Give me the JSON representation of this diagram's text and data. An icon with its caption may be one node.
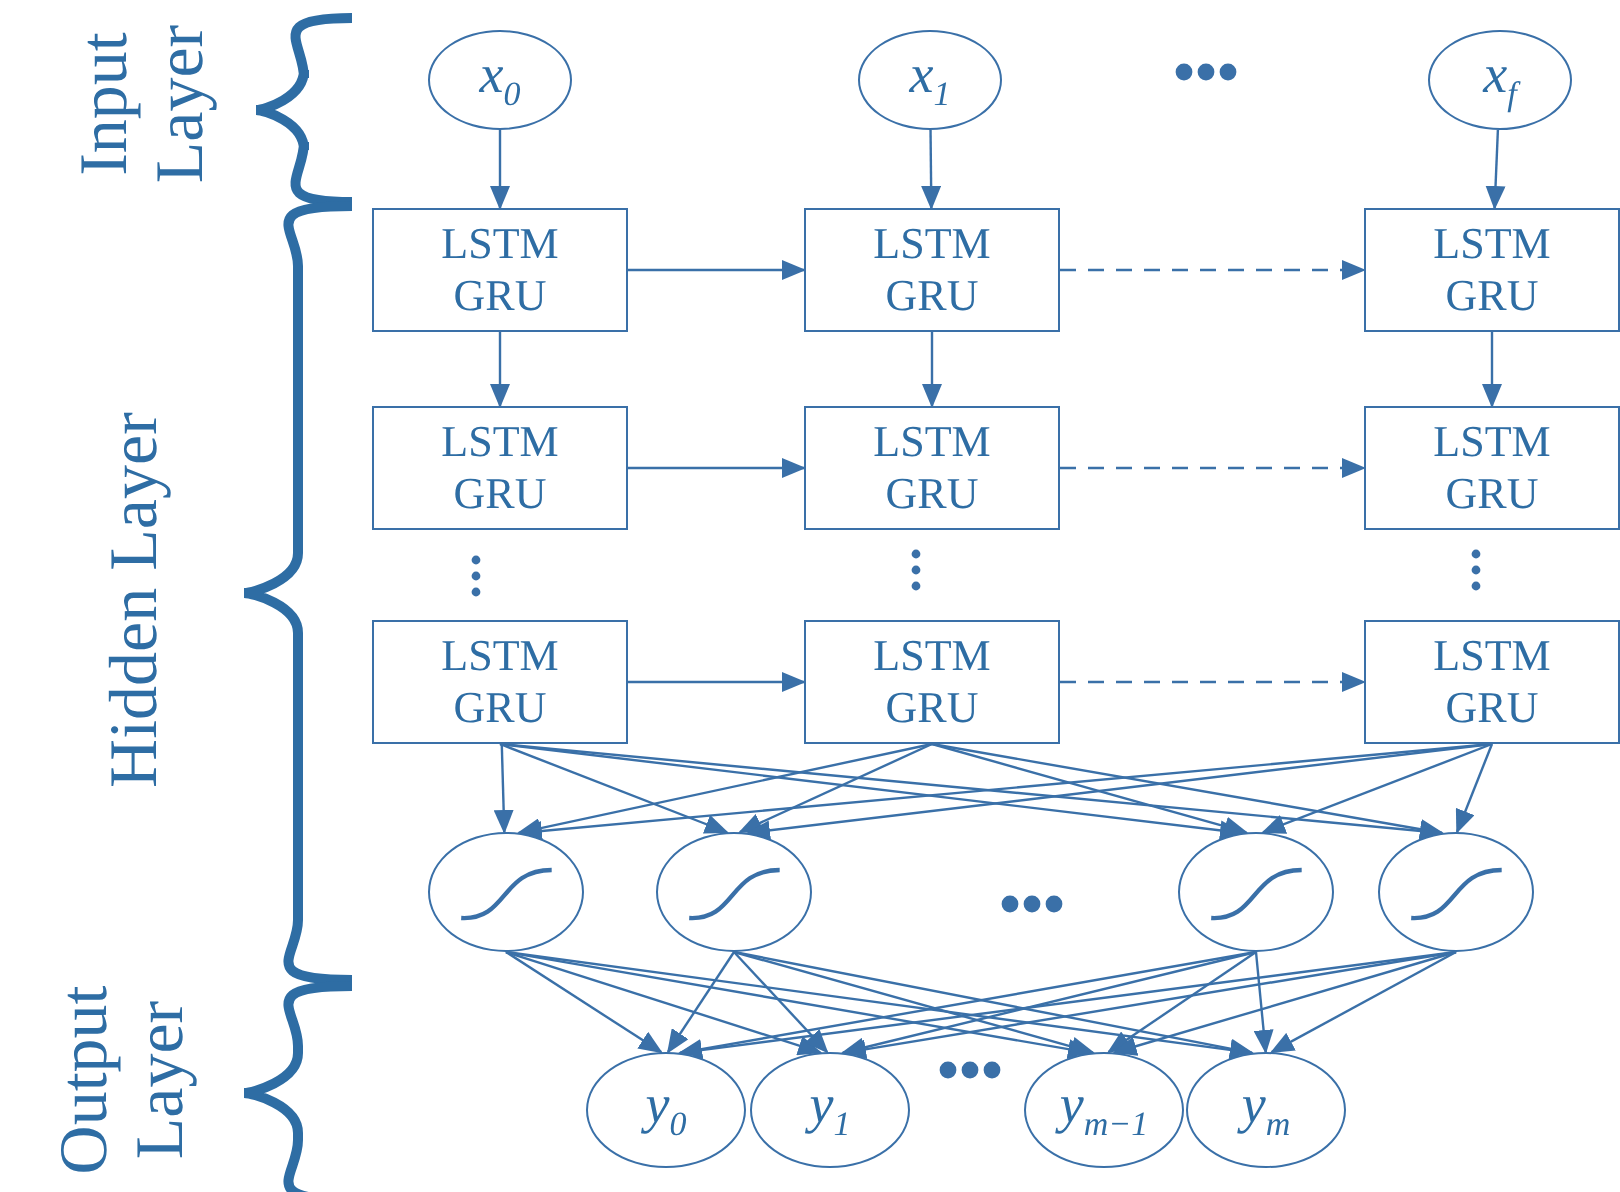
{
  "diagram": {
    "nodes": [
      {
        "text": [
          "x$_{0}$"
        ]
      },
      {
        "text": [
          "x$_{1}$"
        ]
      },
      {
        "text": [
          "x$_{f}$"
        ]
      },
      {
        "text": [
          "LSTM GRU"
        ]
      },
      {
        "text": [
          "LSTM GRU"
        ]
      },
      {
        "text": [
          "LSTM GRU"
        ]
      },
      {
        "text": [
          "LSTM GRU"
        ]
      },
      {
        "text": [
          "LSTM GRU"
        ]
      },
      {
        "text": [
          "LSTM GRU"
        ]
      },
      {
        "text": [
          "LSTM GRU"
        ]
      },
      {
        "text": [
          "LSTM GRU"
        ]
      },
      {
        "text": [
          "LSTM GRU"
        ]
      },
      {
        "text": [],
        "shape": "circle"
      },
      {
        "text": [],
        "shape": "circle"
      },
      {
        "text": [],
        "shape": "circle"
      },
      {
        "text": [],
        "shape": "circle"
      },
      {
        "text": [
          "y$_{0}$"
        ]
      },
      {
        "text": [
          "y$_{1}$"
        ]
      },
      {
        "text": [
          "y$_{m−1}$"
        ]
      },
      {
        "text": [
          "y$_{m}$"
        ]
      }
    ],
    "edges": [
      {
        "from": 0,
        "to": 3,
        "arrow": "to"
      },
      {
        "from": 1,
        "to": 4,
        "arrow": "to"
      },
      {
        "from": 2,
        "to": 5,
        "arrow": "to"
      },
      {
        "from": 3,
        "to": 4,
        "arrow": "to"
      },
      {
        "from": 4,
        "to": 5,
        "arrow": "to",
        "style": "dashed"
      },
      {
        "from": 3,
        "to": 6,
        "arrow": "to"
      },
      {
        "from": 4,
        "to": 7,
        "arrow": "to"
      },
      {
        "from": 5,
        "to": 8,
        "arrow": "to"
      },
      {
        "from": 6,
        "to": 7,
        "arrow": "to"
      },
      {
        "from": 7,
        "to": 8,
        "arrow": "to",
        "style": "dashed"
      },
      {
        "from": 9,
        "to": 10,
        "arrow": "to"
      },
      {
        "from": 10,
        "to": 11,
        "arrow": "to",
        "style": "dashed"
      },
      {
        "from": 9,
        "to": 12,
        "arrow": "to"
      },
      {
        "from": 9,
        "to": 13,
        "arrow": "to"
      },
      {
        "from": 9,
        "to": 14,
        "arrow": "to"
      },
      {
        "from": 9,
        "to": 15,
        "arrow": "to"
      },
      {
        "from": 10,
        "to": 12,
        "arrow": "to"
      },
      {
        "from": 10,
        "to": 13,
        "arrow": "to"
      },
      {
        "from": 10,
        "to": 14,
        "arrow": "to"
      },
      {
        "from": 10,
        "to": 15,
        "arrow": "to"
      },
      {
        "from": 11,
        "to": 12,
        "arrow": "to"
      },
      {
        "from": 11,
        "to": 13,
        "arrow": "to"
      },
      {
        "from": 11,
        "to": 14,
        "arrow": "to"
      },
      {
        "from": 11,
        "to": 15,
        "arrow": "to"
      },
      {
        "from": 12,
        "to": 16,
        "arrow": "to"
      },
      {
        "from": 12,
        "to": 17,
        "arrow": "to"
      },
      {
        "from": 12,
        "to": 18,
        "arrow": "to"
      },
      {
        "from": 12,
        "to": 19,
        "arrow": "to"
      },
      {
        "from": 13,
        "to": 16,
        "arrow": "to"
      },
      {
        "from": 13,
        "to": 17,
        "arrow": "to"
      },
      {
        "from": 13,
        "to": 18,
        "arrow": "to"
      },
      {
        "from": 13,
        "to": 19,
        "arrow": "to"
      },
      {
        "from": 14,
        "to": 16,
        "arrow": "to"
      },
      {
        "from": 14,
        "to": 17,
        "arrow": "to"
      },
      {
        "from": 14,
        "to": 18,
        "arrow": "to"
      },
      {
        "from": 14,
        "to": 19,
        "arrow": "to"
      },
      {
        "from": 15,
        "to": 16,
        "arrow": "to"
      },
      {
        "from": 15,
        "to": 17,
        "arrow": "to"
      },
      {
        "from": 15,
        "to": 18,
        "arrow": "to"
      },
      {
        "from": 15,
        "to": 19,
        "arrow": "to"
      }
    ],
    "labels": [
      "Input Layer",
      "Hidden Layer",
      "Output Layer"
    ]
  }
}
